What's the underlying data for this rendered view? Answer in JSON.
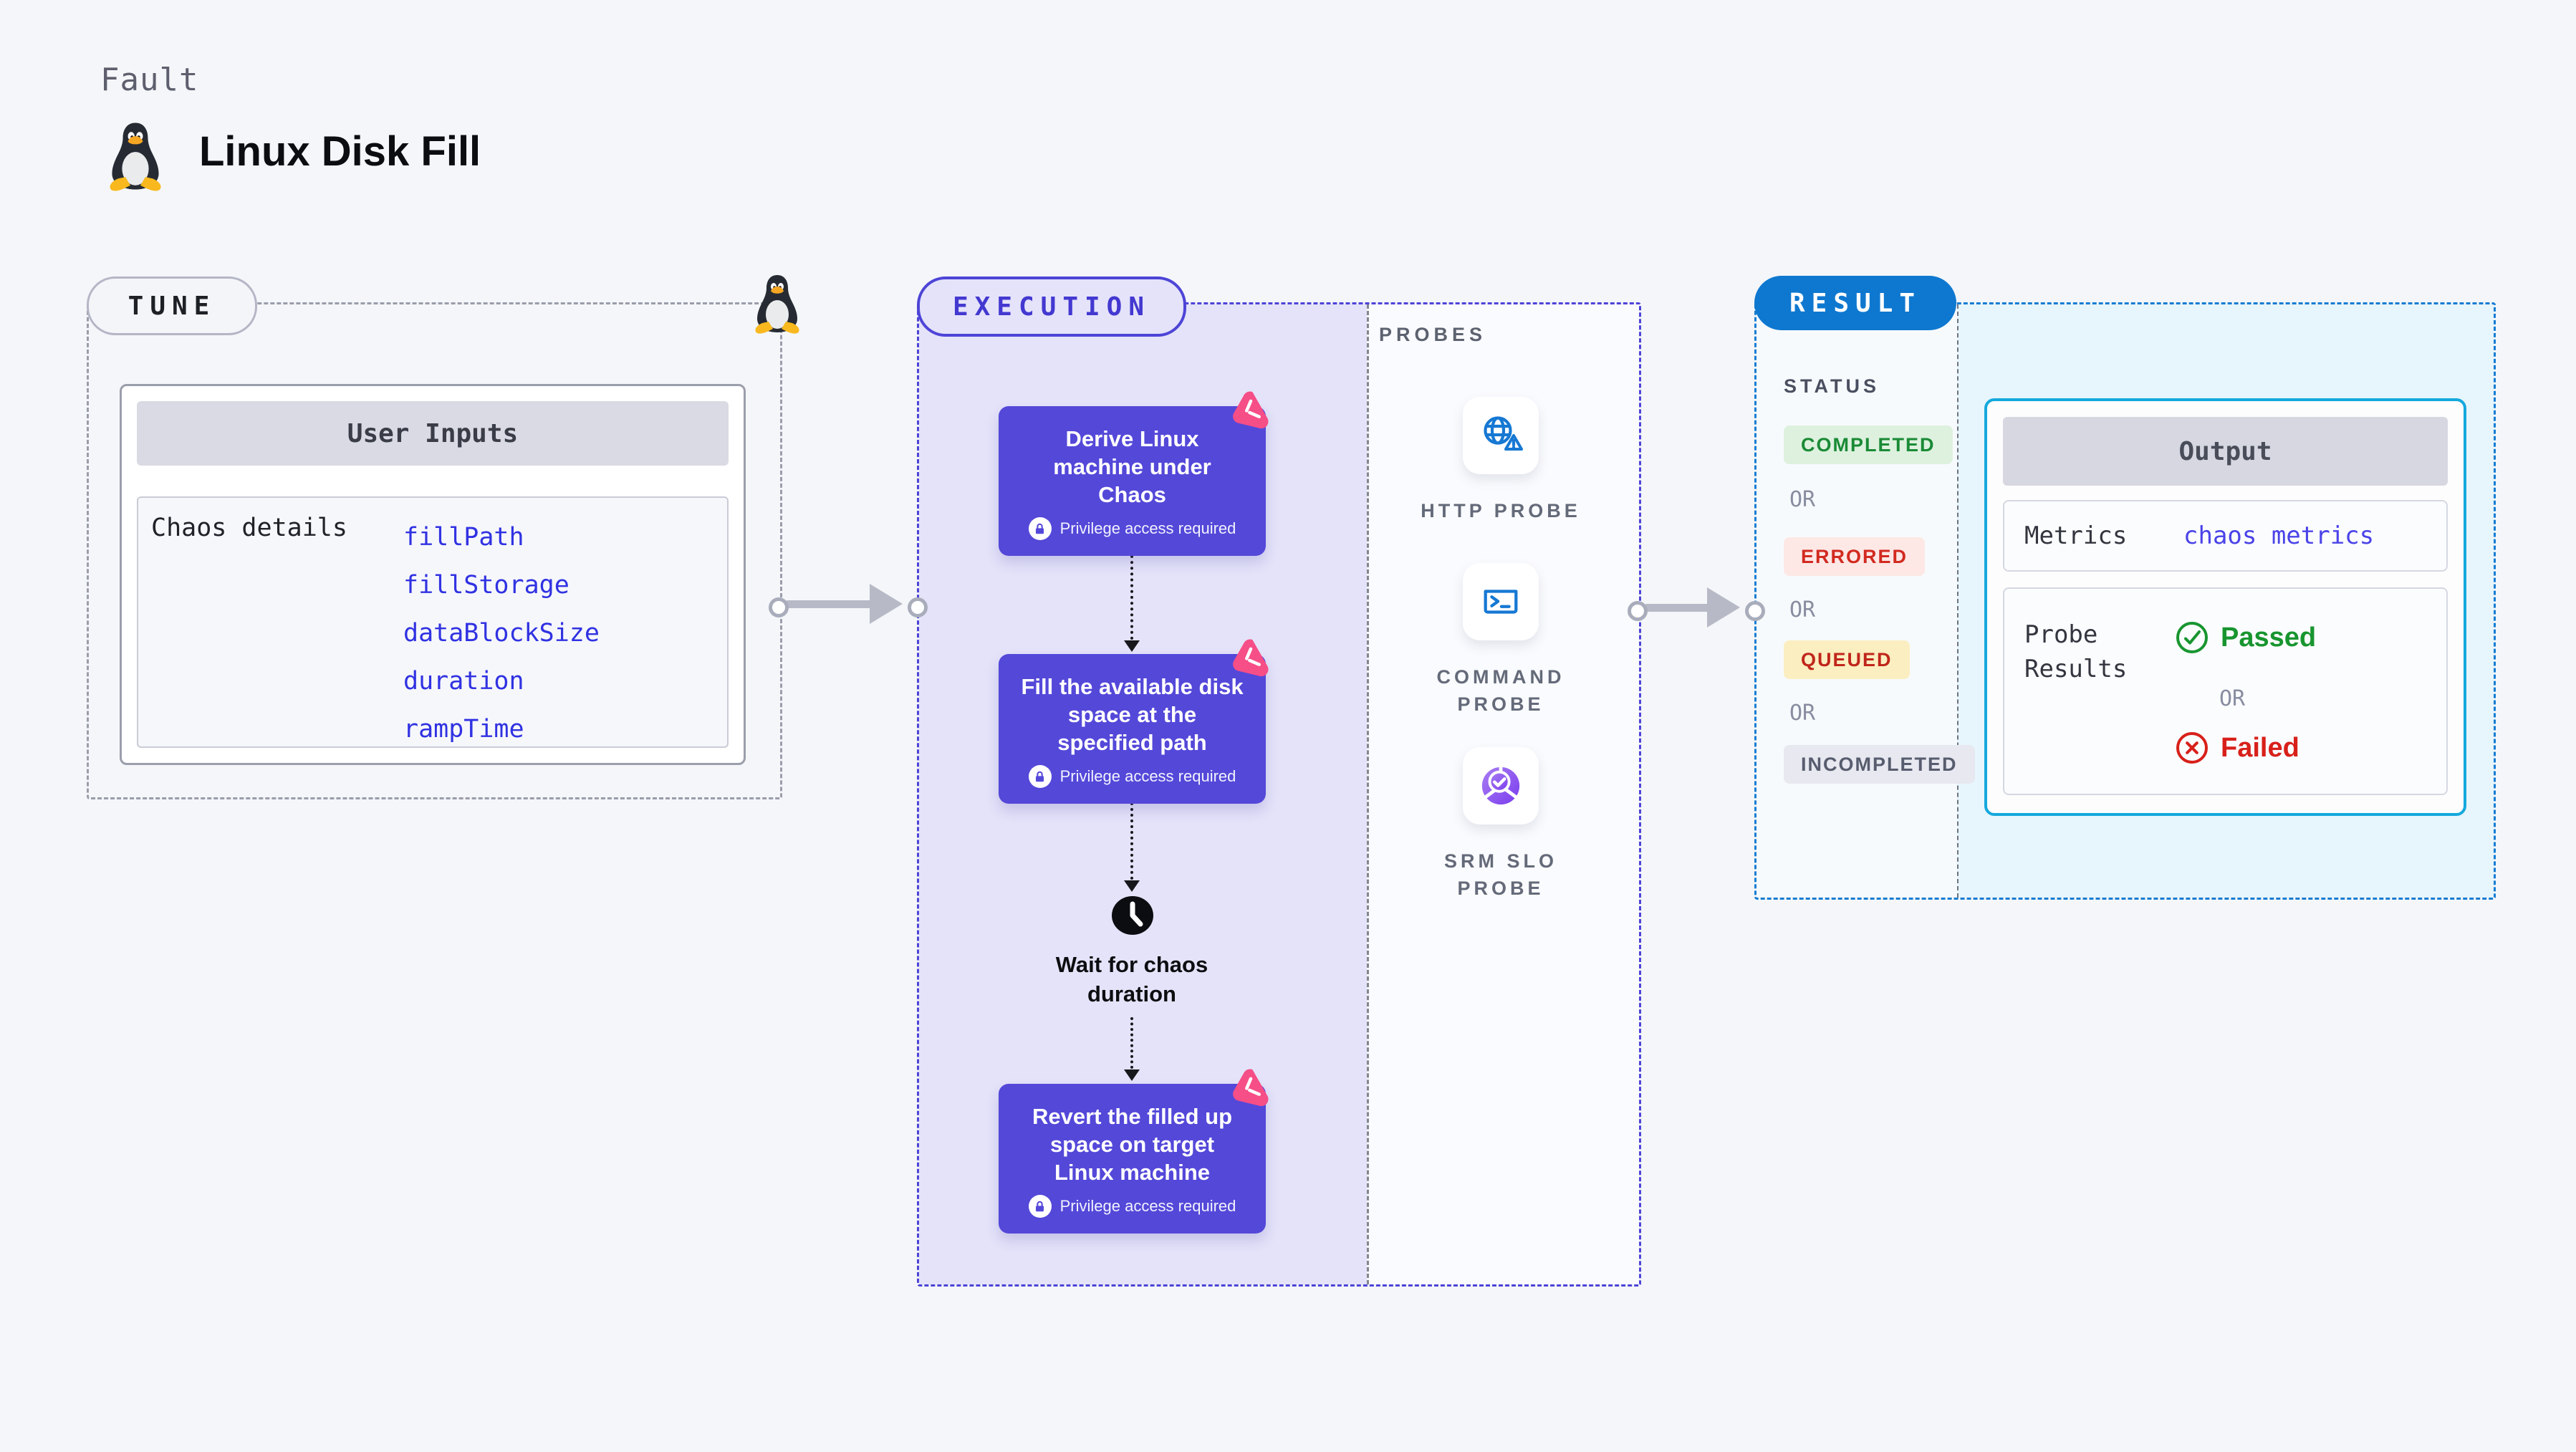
{
  "header": {
    "eyebrow": "Fault",
    "title": "Linux Disk Fill"
  },
  "tune": {
    "badge": "TUNE",
    "card_title": "User Inputs",
    "row_label": "Chaos details",
    "inputs": [
      "fillPath",
      "fillStorage",
      "dataBlockSize",
      "duration",
      "rampTime"
    ]
  },
  "execution": {
    "badge": "EXECUTION",
    "privilege_note": "Privilege access required",
    "steps": [
      {
        "label": "Derive Linux machine under Chaos",
        "note": "Privilege access required"
      },
      {
        "label": "Fill the available disk space at the specified path",
        "note": "Privilege access required"
      },
      {
        "label": "Wait for chaos duration"
      },
      {
        "label": "Revert the filled up space on target Linux machine",
        "note": "Privilege access required"
      }
    ]
  },
  "probes": {
    "label": "PROBES",
    "items": [
      {
        "label": "HTTP PROBE",
        "icon": "globe-alert-icon"
      },
      {
        "label": "COMMAND PROBE",
        "icon": "terminal-icon"
      },
      {
        "label": "SRM SLO PROBE",
        "icon": "slo-pie-check-icon"
      }
    ]
  },
  "result": {
    "badge": "RESULT",
    "status_label": "STATUS",
    "or_label": "OR",
    "statuses": [
      {
        "label": "COMPLETED",
        "text_color": "#1a8a36",
        "bg": "#ddf1de"
      },
      {
        "label": "ERRORED",
        "text_color": "#d22a20",
        "bg": "#fde8e6"
      },
      {
        "label": "QUEUED",
        "text_color": "#c0261b",
        "bg": "#fbeec1"
      },
      {
        "label": "INCOMPLETED",
        "text_color": "#575c6e",
        "bg": "#e7e8f0"
      }
    ],
    "output": {
      "title": "Output",
      "metrics_label": "Metrics",
      "metrics_link": "chaos metrics",
      "probe_results_label": "Probe Results",
      "passed_label": "Passed",
      "failed_label": "Failed"
    }
  },
  "colors": {
    "page_bg": "#f4f6f9",
    "step_card": "#5448d9",
    "execution_area": "#e4e3f9",
    "execution_dash": "#4d44d7",
    "tune_dash": "#9a9daa",
    "result_dash": "#147cd2",
    "result_area": "#e7f5fc",
    "result_badge": "#0e78d0",
    "output_border": "#14a8dd",
    "link_blue": "#3032e2",
    "metrics_link_blue": "#4a43e8",
    "probe_icon_blue": "#1678d3",
    "chaos_pink": "#f64e87",
    "passed_green": "#18952f",
    "failed_red": "#d8201a",
    "arrow_gray": "#b7bac6"
  }
}
